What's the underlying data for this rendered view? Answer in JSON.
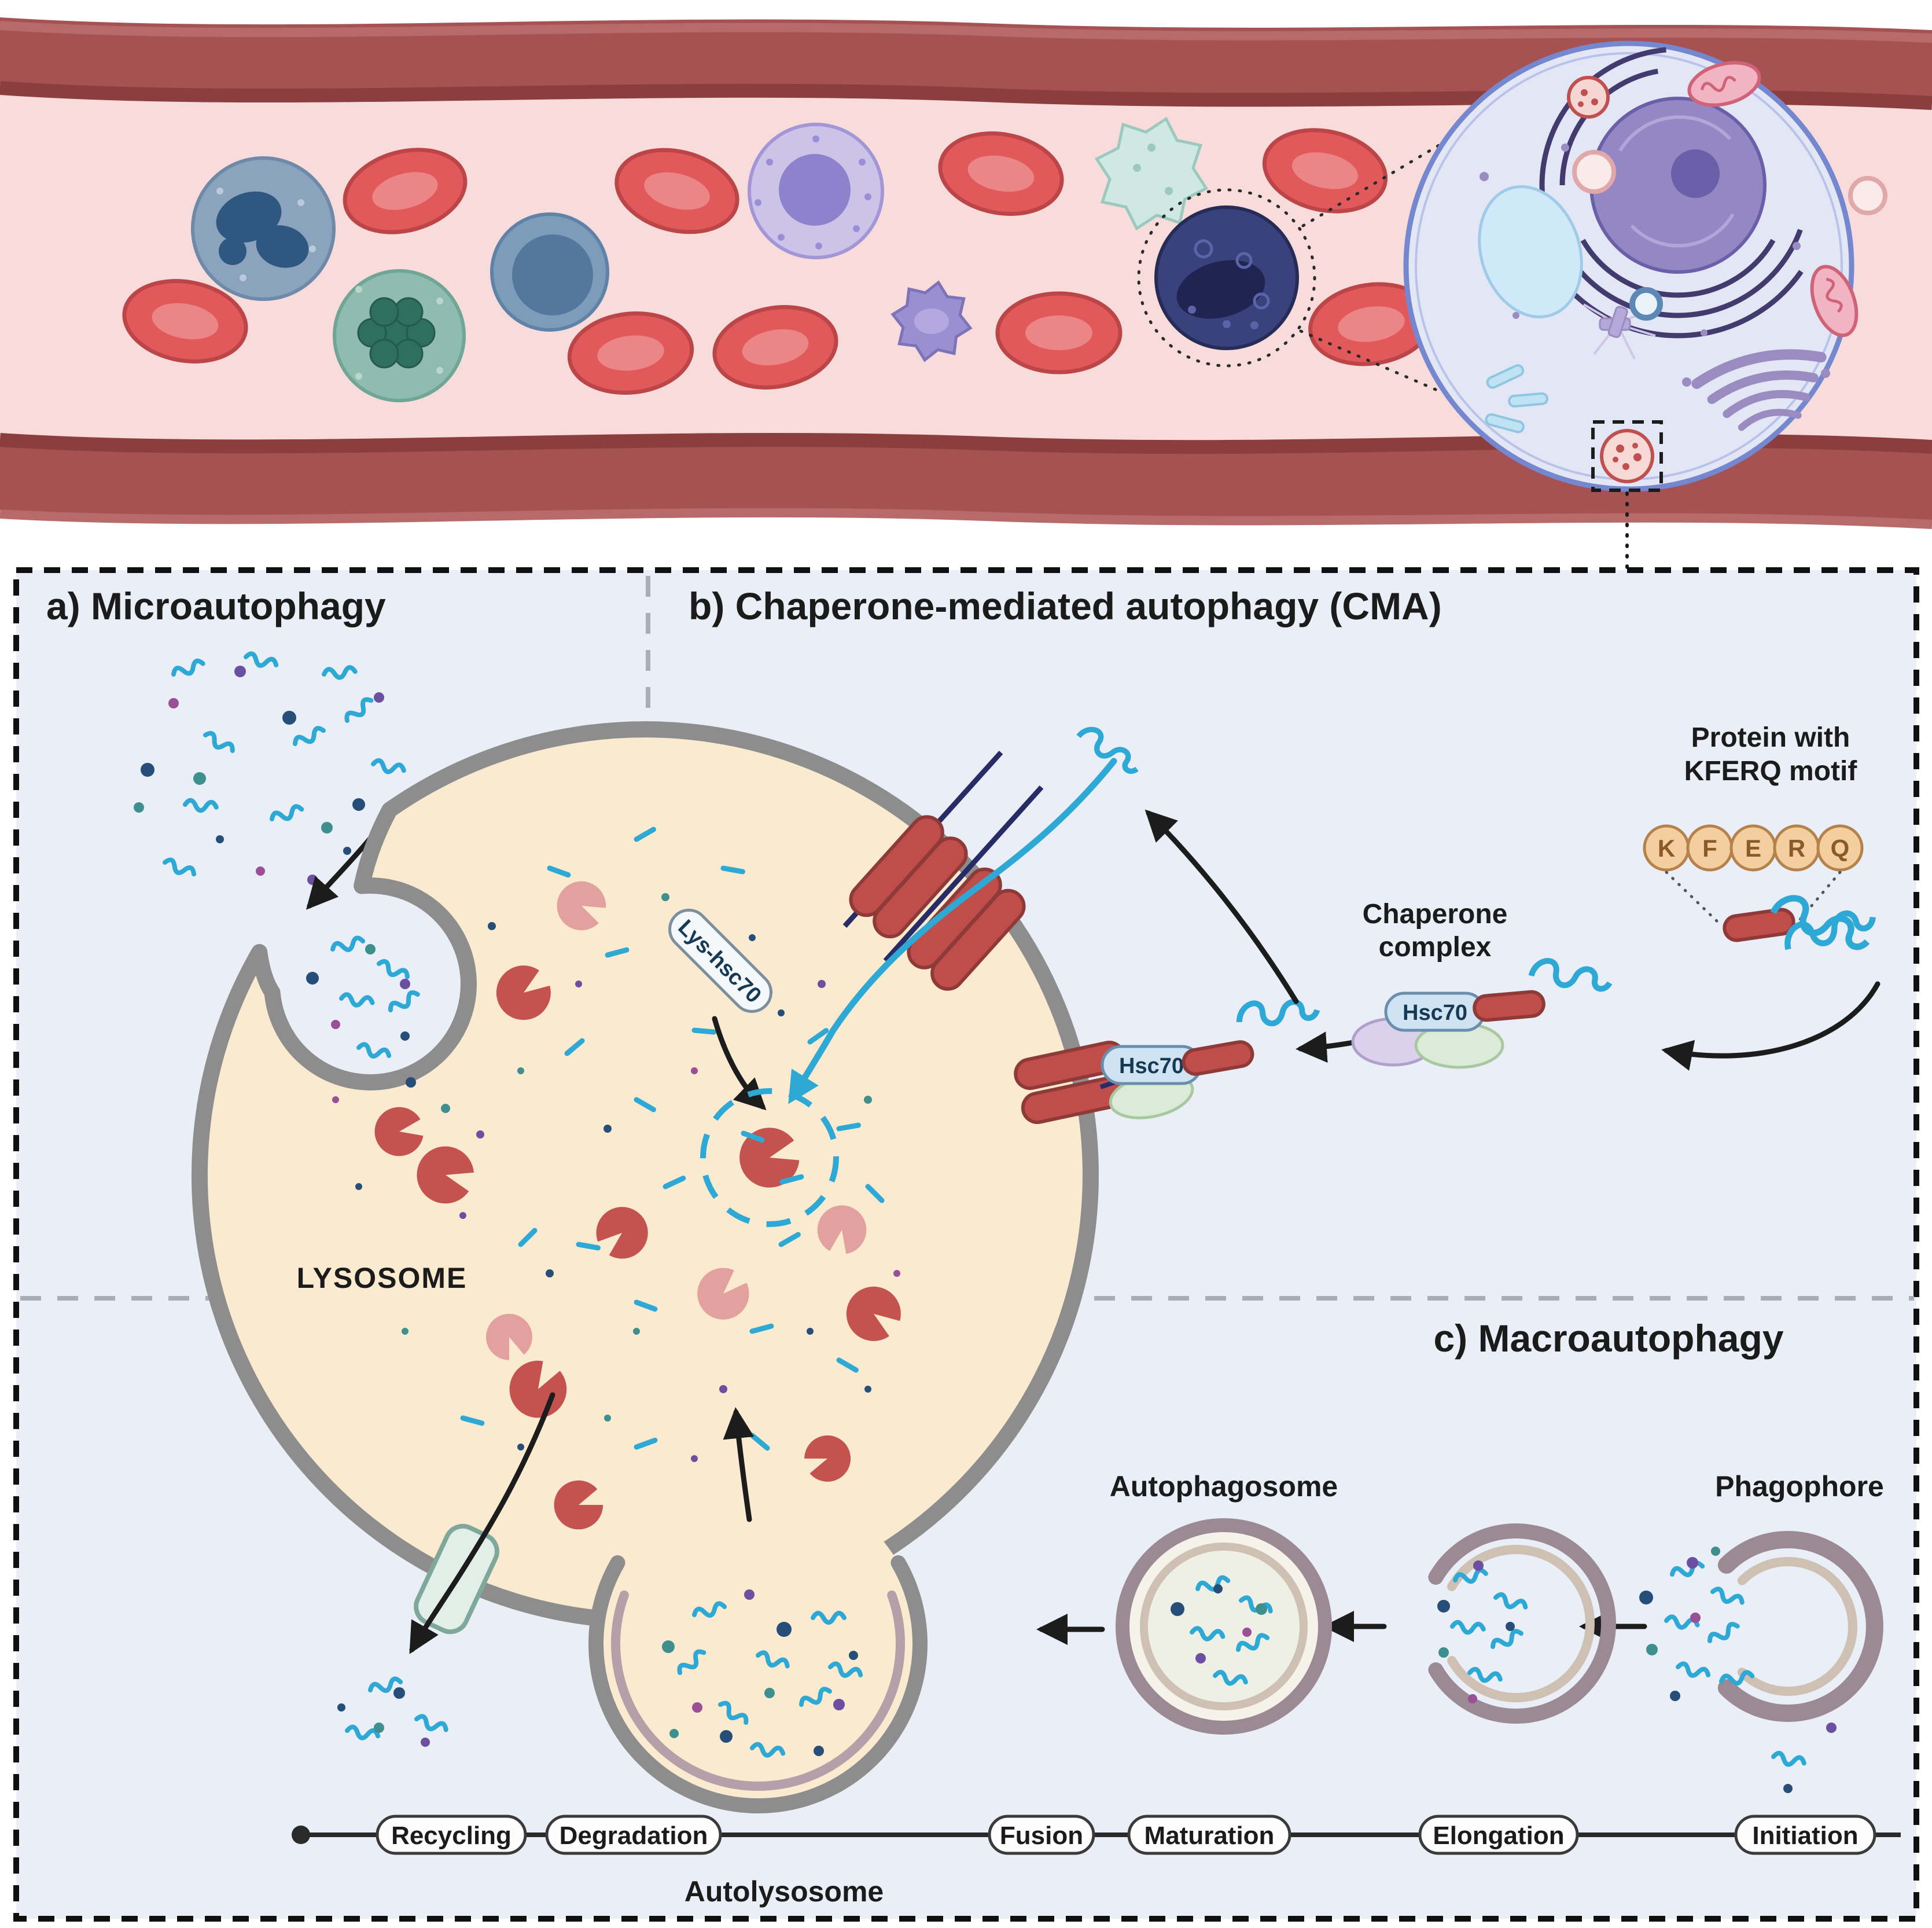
{
  "panels": {
    "a_title": "a) Microautophagy",
    "b_title": "b) Chaperone-mediated autophagy (CMA)",
    "c_title": "c) Macroautophagy"
  },
  "lysosome_label": "LYSOSOME",
  "cma": {
    "lys_hsc70": "Lys-hsc70",
    "hsc70_membrane": "Hsc70",
    "hsc70_complex": "Hsc70",
    "chaperone_line1": "Chaperone",
    "chaperone_line2": "complex",
    "kferq_title_line1": "Protein with",
    "kferq_title_line2": "KFERQ motif",
    "kferq_beads": [
      "K",
      "F",
      "E",
      "R",
      "Q"
    ]
  },
  "macro": {
    "autophagosome": "Autophagosome",
    "phagophore": "Phagophore",
    "autolysosome": "Autolysosome"
  },
  "timeline": {
    "stages": [
      "Recycling",
      "Degradation",
      "Fusion",
      "Maturation",
      "Elongation",
      "Initiation"
    ]
  },
  "palette": {
    "box_background": "#e9eef7",
    "lysosome_fill": "#f9ead0",
    "membrane_gray": "#8d8d8d",
    "enzyme_red": "#c4524e",
    "protein_blue": "#2ea8d5",
    "receptor_red": "#bf4e4a",
    "vessel_wall": "#a65252",
    "vessel_lumen": "#f8dcdc",
    "rbc_red": "#e2595b",
    "kferq_bead": "#f3cfa0",
    "autophagosome_membrane": "#9b8a94"
  }
}
